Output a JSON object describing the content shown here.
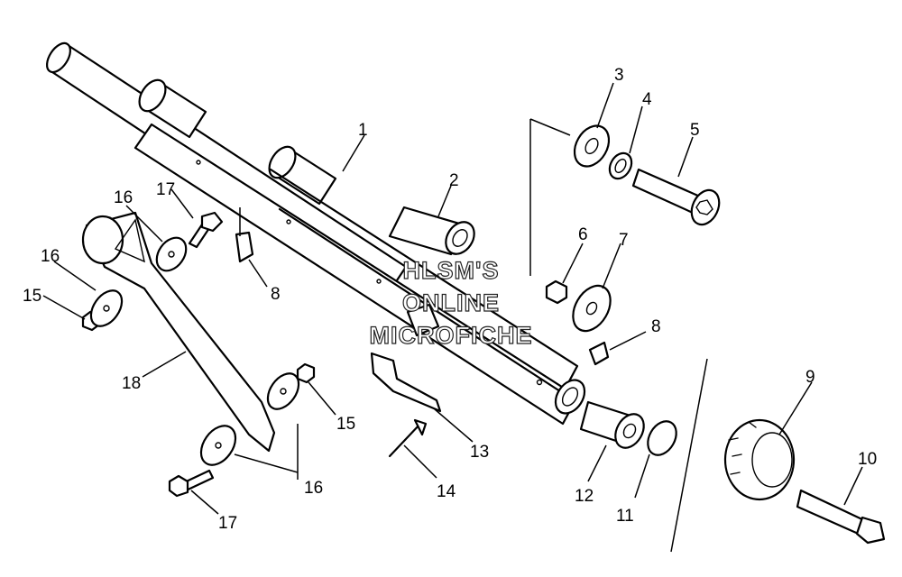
{
  "callouts": {
    "c1": "1",
    "c2": "2",
    "c3": "3",
    "c4": "4",
    "c5": "5",
    "c6": "6",
    "c7": "7",
    "c8a": "8",
    "c8b": "8",
    "c9": "9",
    "c10": "10",
    "c11": "11",
    "c12": "12",
    "c13": "13",
    "c14": "14",
    "c15a": "15",
    "c15b": "15",
    "c16a": "16",
    "c16b": "16",
    "c16c": "16",
    "c17a": "17",
    "c17b": "17",
    "c18": "18"
  },
  "watermark": {
    "line1": "HLSM'S",
    "line2": "ONLINE",
    "line3": "MICROFICHE"
  },
  "colors": {
    "ink": "#000000",
    "paper": "#ffffff"
  }
}
